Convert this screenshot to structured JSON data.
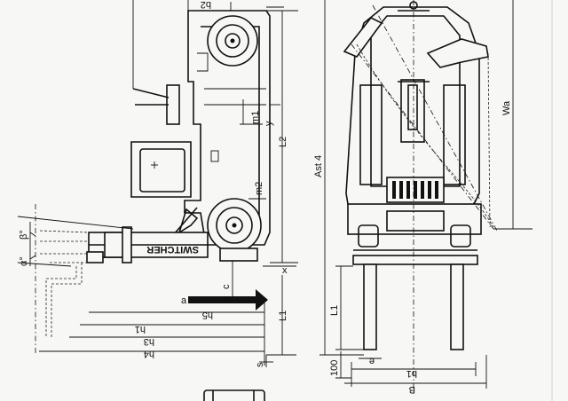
{
  "labels": {
    "b2": "b2",
    "m1": "m1",
    "y": "y",
    "l2": "L2",
    "m2": "m2",
    "ast4": "Ast 4",
    "wa": "Wa",
    "x": "x",
    "c": "c",
    "a": "a",
    "h5": "h5",
    "l1_side": "L1",
    "h1": "h1",
    "h3": "h3",
    "h4": "h4",
    "s": "s",
    "alpha": "α°",
    "beta": "β°",
    "l1_front": "L1",
    "e": "e",
    "b100": "100",
    "b1": "b1",
    "b": "B",
    "mast_text": "SWITCHER"
  }
}
